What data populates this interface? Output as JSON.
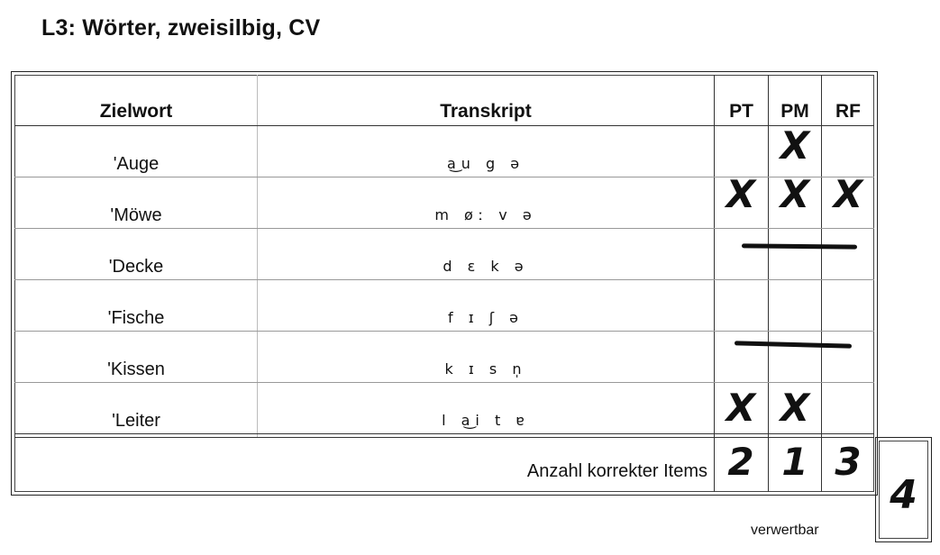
{
  "title": "L3: Wörter, zweisilbig, CV",
  "headers": {
    "zielwort": "Zielwort",
    "transkript": "Transkript",
    "pt": "PT",
    "pm": "PM",
    "rf": "RF"
  },
  "rows": [
    {
      "word": "'Auge",
      "ipa": "a͜u g ə",
      "pt": "",
      "pm": "X",
      "rf": "",
      "invalid": false
    },
    {
      "word": "'Möwe",
      "ipa": "m øː v ə",
      "pt": "X",
      "pm": "X",
      "rf": "X",
      "invalid": false
    },
    {
      "word": "'Decke",
      "ipa": "d ɛ k ə",
      "pt": "",
      "pm": "",
      "rf": "",
      "invalid": true
    },
    {
      "word": "'Fische",
      "ipa": "f ɪ ʃ ə",
      "pt": "",
      "pm": "",
      "rf": "",
      "invalid": false
    },
    {
      "word": "'Kissen",
      "ipa": "k ɪ s n̩",
      "pt": "",
      "pm": "",
      "rf": "",
      "invalid": true
    },
    {
      "word": "'Leiter",
      "ipa": "l a͜i t ɐ",
      "pt": "X",
      "pm": "X",
      "rf": "",
      "invalid": false
    }
  ],
  "summary": {
    "label": "Anzahl korrekter Items",
    "pt": "2",
    "pm": "1",
    "rf": "3"
  },
  "verwertbar": {
    "label": "verwertbar",
    "value": "4"
  }
}
